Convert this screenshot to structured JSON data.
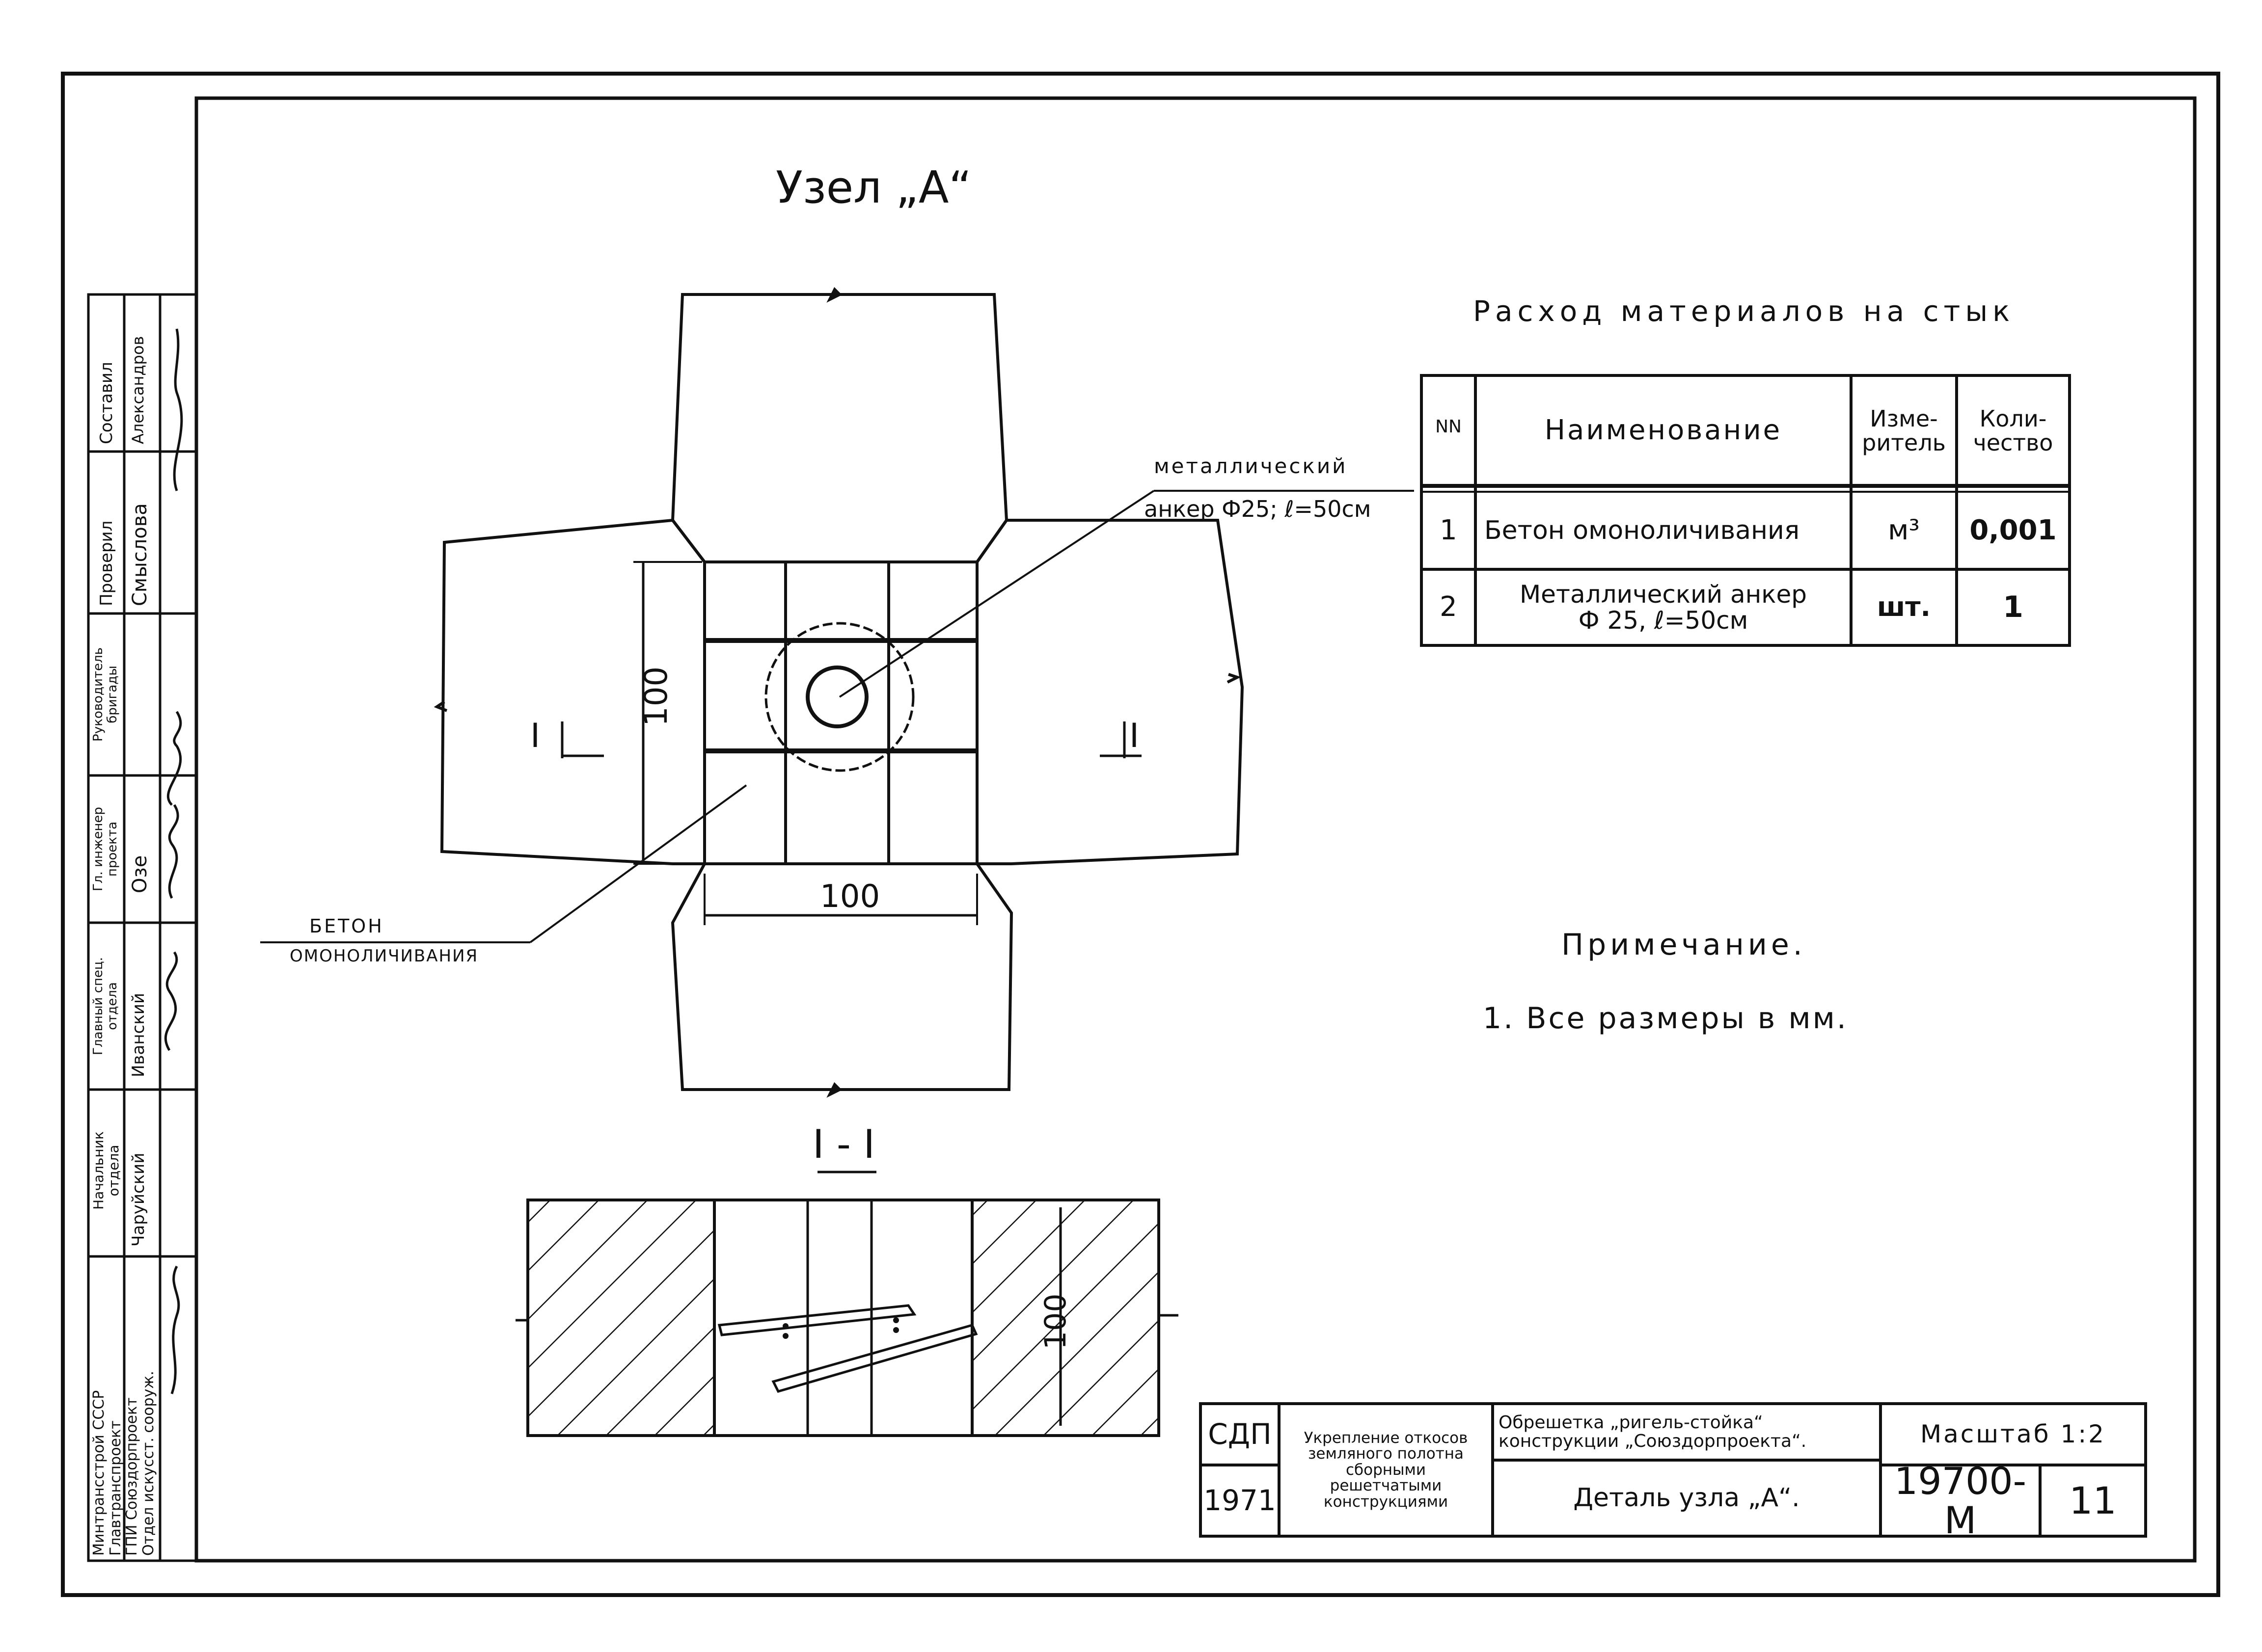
{
  "drawing": {
    "title": "Узел „А“",
    "section_label": "I - I",
    "section_marker": "I",
    "dim_plan_vertical": "100",
    "dim_plan_horizontal": "100",
    "dim_section": "100",
    "callout_anchor_line1": "металлический",
    "callout_anchor_line2": "анкер Ф25; ℓ=50см",
    "callout_concrete_line1": "БЕТОН",
    "callout_concrete_line2": "ОМОНОЛИЧИВАНИЯ"
  },
  "materials": {
    "title": "Расход материалов на стык",
    "headers": {
      "num": "NN",
      "name": "Наименование",
      "unit": "Изме-\nритель",
      "qty": "Коли-\nчество"
    },
    "rows": [
      {
        "num": "1",
        "name": "Бетон омоноличивания",
        "unit": "м³",
        "qty": "0,001"
      },
      {
        "num": "2",
        "name": "Металлический анкер\nФ 25, ℓ=50см",
        "unit": "шт.",
        "qty": "1"
      }
    ]
  },
  "note": {
    "title": "Примечание.",
    "text": "1. Все размеры в мм."
  },
  "stamp": {
    "org": "Минтрансстрой СССР\nГлавтранспроект\nГПИ Союздорпроект\nОтдел искусст. сооруж.",
    "roles": [
      {
        "role": "Начальник\nотдела",
        "name": "Чаруйский"
      },
      {
        "role": "Главный спец.\nотдела",
        "name": "Иванский"
      },
      {
        "role": "Гл. инженер\nпроекта",
        "name": "Озе"
      },
      {
        "role": "Руководитель\nбригады",
        "name": ""
      },
      {
        "role": "Проверил",
        "name": "Смыслова"
      },
      {
        "role": "Составил",
        "name": "Александров"
      }
    ]
  },
  "titleblock": {
    "code": "СДП",
    "year": "1971",
    "subject": "Укрепление откосов\nземляного полотна\nсборными\nрешетчатыми\nконструкциями",
    "series": "Обрешетка „ригель-стойка“\nконструкции „Союздорпроекта“.",
    "sheet_title": "Деталь узла „А“.",
    "scale": "Масштаб 1:2",
    "doc_number": "19700-М",
    "sheet_number": "11"
  }
}
